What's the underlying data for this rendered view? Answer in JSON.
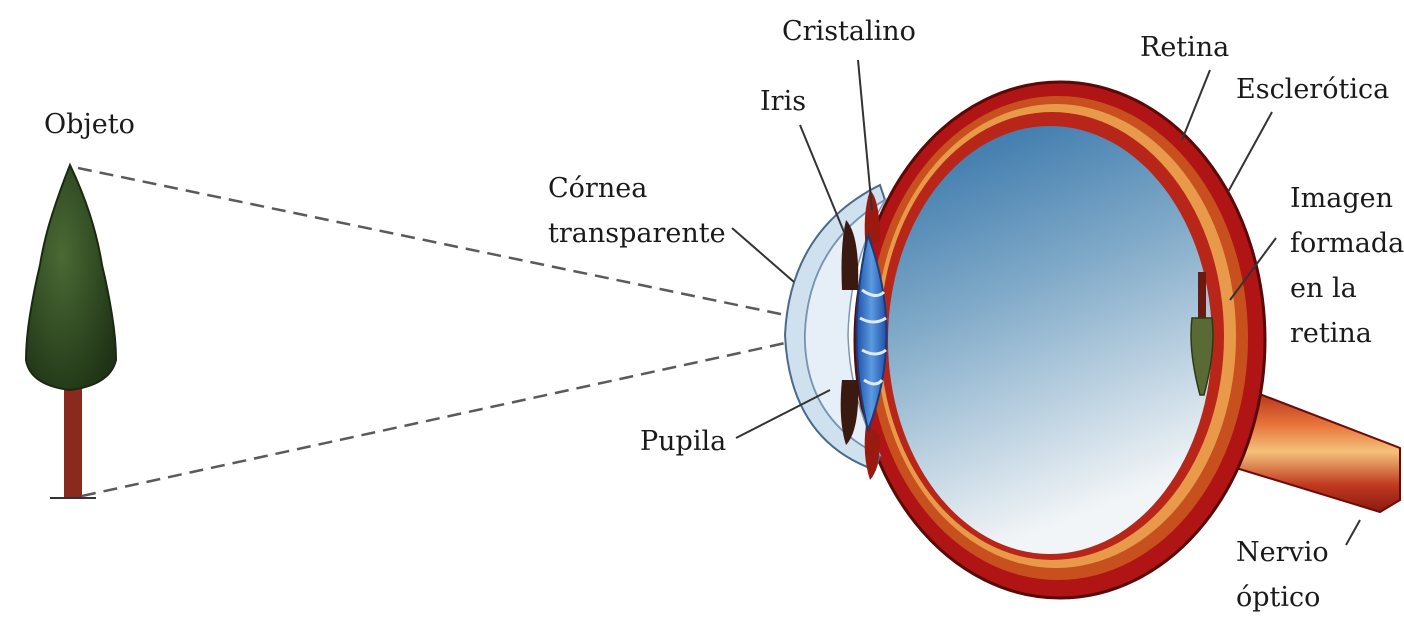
{
  "labels": {
    "objeto": "Objeto",
    "cristalino": "Cristalino",
    "iris": "Iris",
    "retina": "Retina",
    "esclerotica": "Esclerótica",
    "cornea_line1": "Córnea",
    "cornea_line2": "transparente",
    "imagen_line1": "Imagen",
    "imagen_line2": "formada",
    "imagen_line3": "en la",
    "imagen_line4": "retina",
    "pupila": "Pupila",
    "nervio_line1": "Nervio",
    "nervio_line2": "óptico"
  },
  "colors": {
    "sclera": "#b01414",
    "sclera_dark": "#6e0a0a",
    "vitreous_top": "#3a7fb8",
    "vitreous_bottom": "#eef3f6",
    "lens": "#2f6fd0",
    "iris": "#5a2a1a",
    "cornea": "#c9dcec",
    "tree_foliage": "#2f4a22",
    "tree_trunk": "#8a2a1e",
    "nerve": "#d4503a",
    "ray": "#555555",
    "pointer": "#333333"
  }
}
